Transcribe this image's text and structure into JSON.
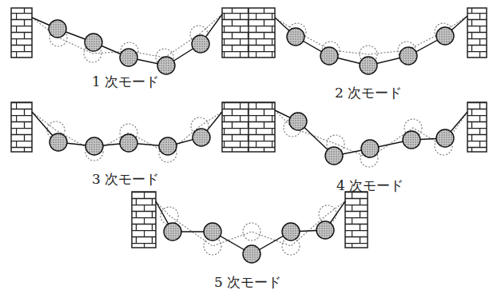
{
  "diagram": {
    "labels": [
      "1 次モード",
      "2 次モード",
      "3 次モード",
      "4 次モード",
      "5 次モード"
    ]
  }
}
